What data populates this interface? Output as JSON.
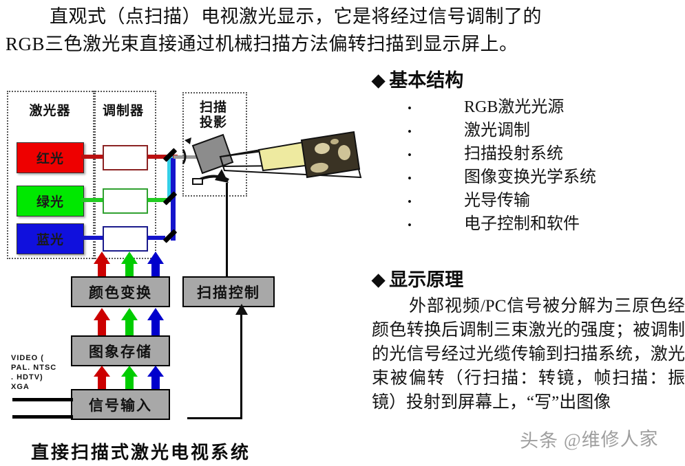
{
  "slide": {
    "intro_line1": "直观式（点扫描）电视激光显示，它是将经过信号调制了的",
    "intro_line2": "RGB三色激光束直接通过机械扫描方法偏转扫描到显示屏上。",
    "caption": "直接扫描式激光电视系统",
    "watermark": "头条 @维修人家"
  },
  "right": {
    "section1": {
      "marker": "◆",
      "title": "基本结构"
    },
    "bullets": [
      {
        "marker": "•",
        "label": "RGB激光光源"
      },
      {
        "marker": "•",
        "label": "激光调制"
      },
      {
        "marker": "•",
        "label": "扫描投射系统"
      },
      {
        "marker": "•",
        "label": "图像变换光学系统"
      },
      {
        "marker": "•",
        "label": "光导传输"
      },
      {
        "marker": "•",
        "label": "电子控制和软件"
      }
    ],
    "section2": {
      "marker": "◆",
      "title": "显示原理"
    },
    "paragraph": "外部视频/PC信号被分解为三原色经颜色转换后调制三束激光的强度；被调制的光信号经过光缆传输到扫描系统，激光束被偏转（行扫描：转镜，帧扫描：振镜）投射到屏幕上，“写”出图像"
  },
  "diagram": {
    "group_labels": {
      "lasers": "激光器",
      "modulators": "调制器",
      "scan_projection": "扫描投影"
    },
    "lasers": [
      {
        "label": "红光",
        "color": "#ee0000"
      },
      {
        "label": "绿光",
        "color": "#00e800"
      },
      {
        "label": "蓝光",
        "color": "#1010dd"
      }
    ],
    "modulator_colors": [
      "#8b2222",
      "#2fa02f",
      "#1a1a8b"
    ],
    "blocks": [
      {
        "label": "颜色变换"
      },
      {
        "label": "扫描控制"
      },
      {
        "label": "图象存储"
      },
      {
        "label": "信号输入"
      }
    ],
    "input_label": {
      "line1": "VIDEO (",
      "line2": "PAL. NTSC",
      "line3": ". HDTV)",
      "line4": "XGA"
    },
    "colors": {
      "red": "#cc0000",
      "green": "#00cc00",
      "blue": "#0000cc",
      "cyan": "#33cfe8",
      "box_fill": "#a8a8a8",
      "mirror": "#888888",
      "screen_yellow": "#eeeaa0"
    }
  }
}
